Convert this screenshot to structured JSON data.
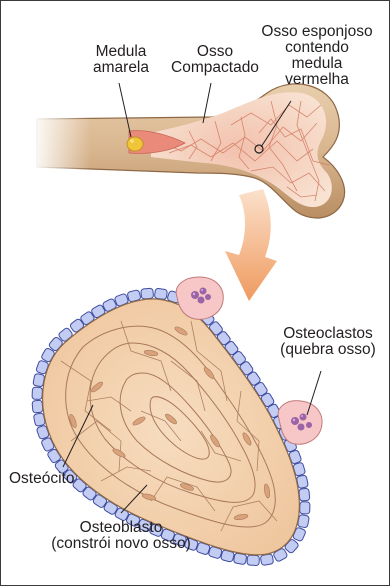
{
  "labels": {
    "medula_amarela": "Medula\namarela",
    "osso_compactado": "Osso\nCompactado",
    "osso_esponjoso": "Osso esponjoso\ncontendo\nmedula\nvermelha",
    "osteoclastos": "Osteoclastos\n(quebra osso)",
    "osteocito": "Osteócito",
    "osteoblasto": "Osteoblasto\n(constrói novo osso)"
  },
  "colors": {
    "bone_shaft": "#d8b58e",
    "bone_shaft_shade": "#b98e63",
    "marrow_red": "#e98a7a",
    "marrow_yellow": "#f1c53a",
    "spongy_fill": "#f6dcc8",
    "spongy_lines": "#d2785f",
    "arrow": "#f2a873",
    "tissue_fill": "#f3d2b0",
    "tissue_lines": "#a9795a",
    "osteoblast_fill": "#c3cdf3",
    "osteoblast_stroke": "#3e4ca0",
    "osteoclast_fill": "#f7c7c7",
    "osteoclast_nucleus": "#9a64a6",
    "leader_line": "#231f20"
  }
}
